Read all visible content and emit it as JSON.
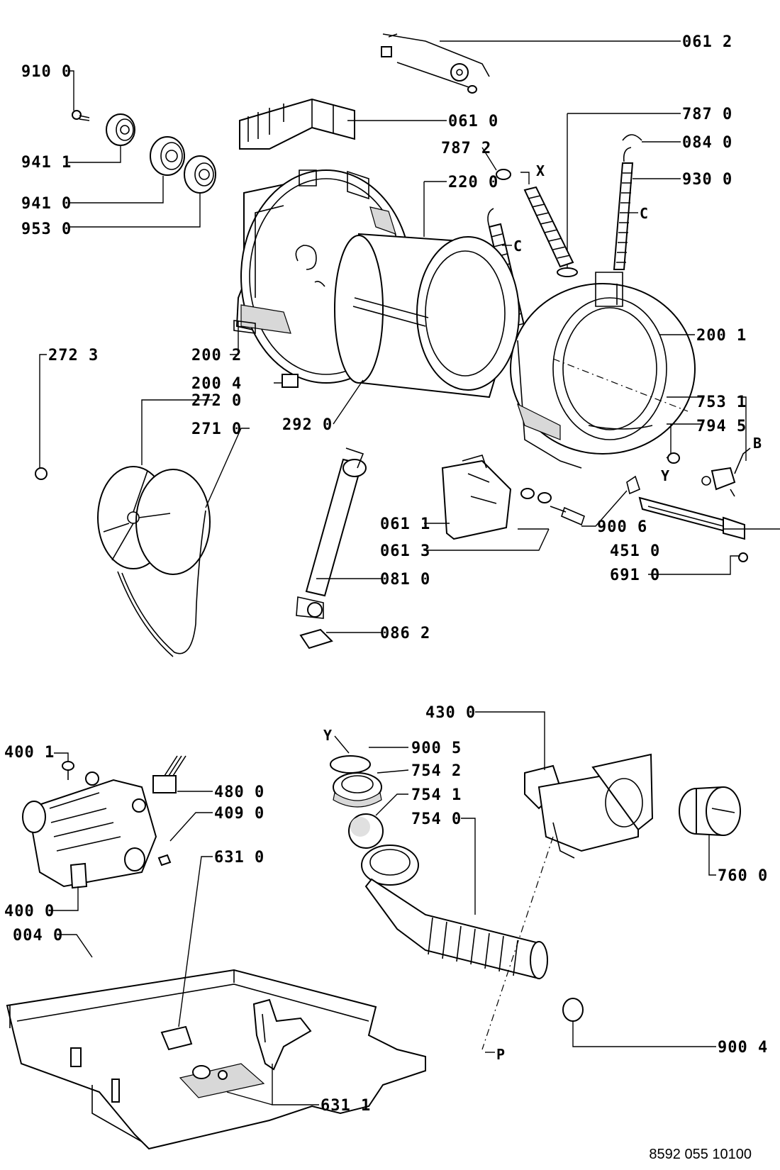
{
  "labels": {
    "l0612": "061 2",
    "l9100": "910 0",
    "l0610": "061 0",
    "l7870": "787 0",
    "l7872": "787 2",
    "lX": "X",
    "l0840": "084 0",
    "l9411": "941 1",
    "l2200": "220 0",
    "l9300": "930 0",
    "l9410": "941 0",
    "lC1": "C",
    "l9530": "953 0",
    "lC2": "C",
    "l2723": "272 3",
    "l2002": "200 2",
    "l2001": "200 1",
    "l2004": "200 4",
    "l7531": "753 1",
    "l2720": "272 0",
    "l2920": "292 0",
    "l7945": "794 5",
    "l2710": "271 0",
    "lB": "B",
    "lY1": "Y",
    "l0611": "061 1",
    "l9006": "900 6",
    "l0613": "061 3",
    "l4510": "451 0",
    "l0810": "081 0",
    "l6910": "691 0",
    "l0862": "086 2",
    "l4300": "430 0",
    "lY2": "Y",
    "l9005": "900 5",
    "l4001": "400 1",
    "l7542": "754 2",
    "l4800": "480 0",
    "l7541": "754 1",
    "l4090": "409 0",
    "l7540": "754 0",
    "l6310": "631 0",
    "l4000": "400 0",
    "l7600": "760 0",
    "l0040": "004 0",
    "l9004": "900 4",
    "lP": "P",
    "l6311": "631 1"
  },
  "reference_number": "8592 055 10100"
}
